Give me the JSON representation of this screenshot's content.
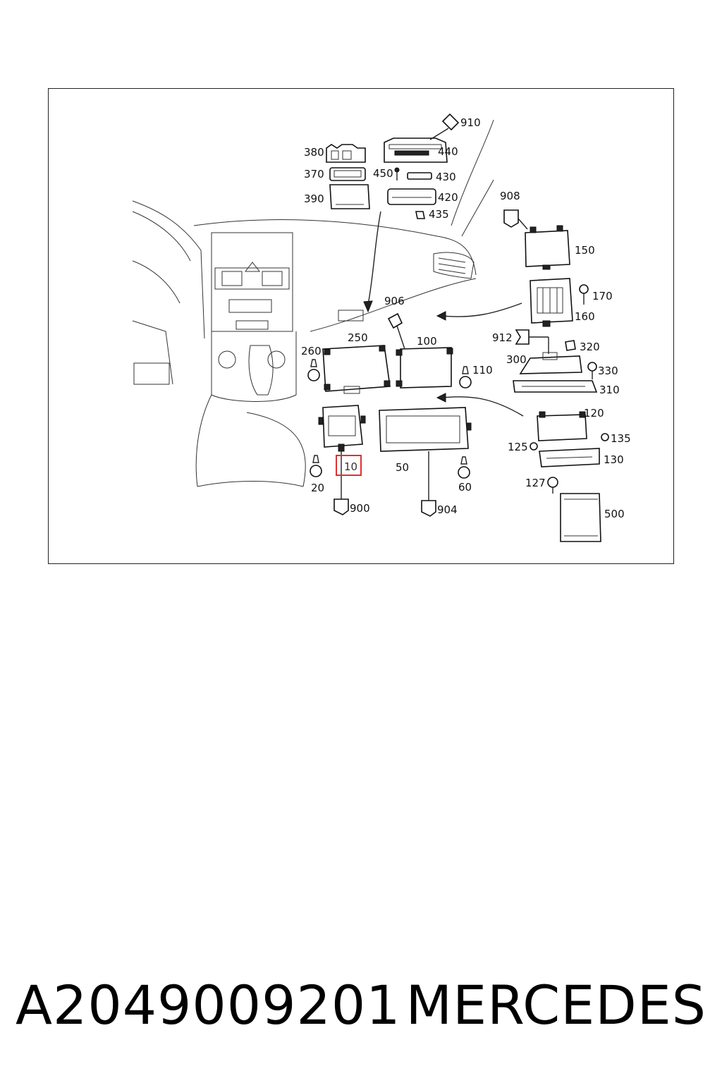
{
  "callouts": {
    "c10": "10",
    "c20": "20",
    "c50": "50",
    "c60": "60",
    "c100": "100",
    "c110": "110",
    "c120": "120",
    "c125": "125",
    "c127": "127",
    "c130": "130",
    "c135": "135",
    "c150": "150",
    "c160": "160",
    "c170": "170",
    "c250": "250",
    "c260": "260",
    "c300": "300",
    "c310": "310",
    "c320": "320",
    "c330": "330",
    "c370": "370",
    "c380": "380",
    "c390": "390",
    "c420": "420",
    "c430": "430",
    "c435": "435",
    "c440": "440",
    "c450": "450",
    "c500": "500",
    "c900": "900",
    "c904": "904",
    "c906": "906",
    "c908": "908",
    "c910": "910",
    "c912": "912"
  },
  "highlight": {
    "part": "10",
    "color": "#e03030"
  },
  "caption": {
    "part_number": "A2049009201",
    "brand": "MERCEDES"
  }
}
